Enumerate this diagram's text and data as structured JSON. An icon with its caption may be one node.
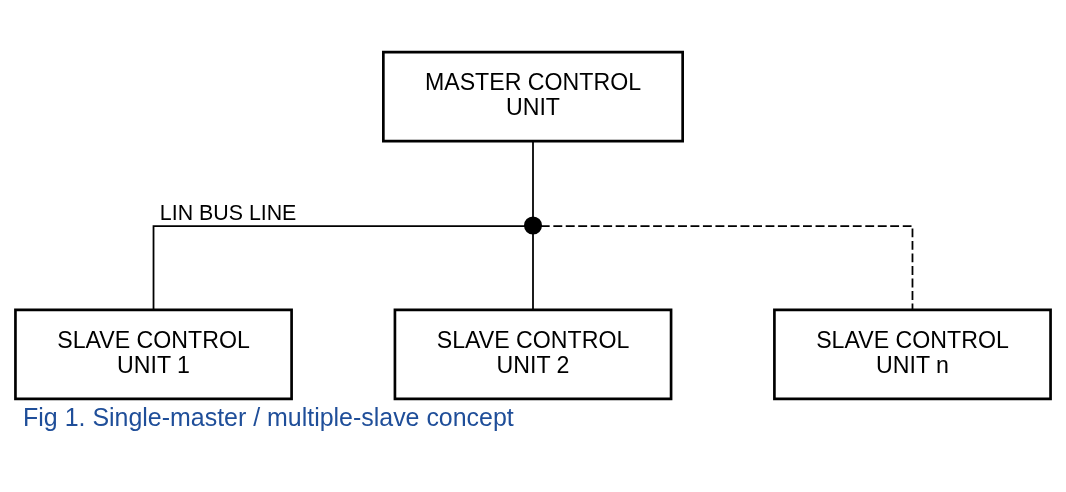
{
  "diagram": {
    "caption": "Fig 1. Single-master / multiple-slave concept",
    "nodes": [
      {
        "text": [
          "MASTER CONTROL UNIT"
        ]
      },
      {
        "text": [
          "SLAVE CONTROL UNIT 1"
        ]
      },
      {
        "text": [
          "SLAVE CONTROL UNIT 2"
        ]
      },
      {
        "text": [
          "SLAVE CONTROL UNIT n"
        ]
      },
      {
        "text": [],
        "shape": "circle"
      }
    ],
    "edges": [
      {
        "from": 0,
        "to": 4,
        "arrow": "none"
      },
      {
        "from": 4,
        "to": 1,
        "arrow": "none",
        "label": "LIN BUS LINE"
      },
      {
        "from": 4,
        "to": 2,
        "arrow": "none"
      },
      {
        "from": 4,
        "to": 3,
        "arrow": "none",
        "style": "dashed"
      }
    ]
  }
}
